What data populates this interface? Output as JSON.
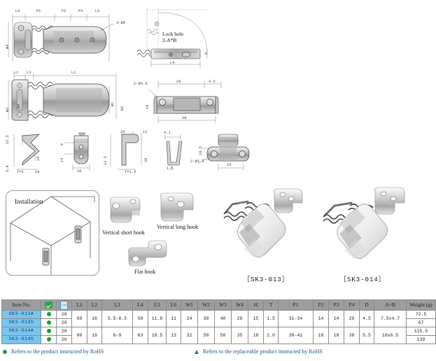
{
  "drawings": {
    "top_view": {
      "dims": [
        "L6",
        "P1",
        "P2",
        "P3",
        "L5",
        "3-ØD",
        "W4"
      ],
      "note": "top-plan-view"
    },
    "lock_detail": {
      "title_line1": "Lock hole",
      "title_line2": "2-A*B",
      "dims": [
        "L4",
        "H"
      ]
    },
    "side_view": {
      "dims": [
        "L2",
        "L3",
        "L1",
        "W2",
        "W4",
        "W1",
        "W3"
      ]
    },
    "bracket_view": {
      "dims": [
        "2-Ø4.8",
        "29",
        "4.5",
        "38",
        "18"
      ]
    },
    "hook_short": {
      "dims": [
        "22.5",
        "3.8",
        "16",
        "T=2",
        "10"
      ]
    },
    "hook_flat": {
      "dims": [
        "8",
        "14",
        "20"
      ]
    },
    "hook_long": {
      "dims": [
        "12.5",
        "20",
        "38",
        "T=1.5"
      ]
    },
    "profile": {
      "dims": [
        "4.1",
        "1.5",
        "12"
      ]
    },
    "round_bracket": {
      "dims": [
        "2-Ø5.3",
        "29",
        "19.5"
      ]
    }
  },
  "band": {
    "installation_title": "Installation",
    "hooks": [
      {
        "label": "Vertical short hook"
      },
      {
        "label": "Vertical long hook"
      },
      {
        "label": "Flat hook"
      }
    ],
    "products": [
      {
        "label": "［SK3-013］"
      },
      {
        "label": "［SK3-014］"
      }
    ]
  },
  "table": {
    "headers": [
      "Item No.",
      "rohs-check-icon",
      "cad-icon",
      "L1",
      "L2",
      "L3",
      "L4",
      "L5",
      "L6",
      "W1",
      "W2",
      "W3",
      "W4",
      "H",
      "T",
      "P1",
      "P2",
      "P3",
      "P4",
      "D",
      "A×B",
      "Weight:(g)"
    ],
    "groups": [
      {
        "items": [
          {
            "name": "SK3-013A",
            "rohs": "dot",
            "cad": "20",
            "weight": "72.5"
          },
          {
            "name": "SK3-013S",
            "rohs": "dot",
            "cad": "20",
            "weight": "67"
          }
        ],
        "L1": "60",
        "L2": "16",
        "L3": "5.5-8.5",
        "L4": "50",
        "L5": "11.8",
        "L6": "11",
        "W1": "24",
        "W2": "38",
        "W3": "40",
        "W4": "28",
        "H": "15",
        "T": "1.5",
        "P1": "31-34",
        "P2": "14",
        "P3": "14",
        "P4": "29",
        "D": "4.5",
        "AB": "7.5x4.7"
      },
      {
        "items": [
          {
            "name": "SK3-014A",
            "rohs": "dot",
            "cad": "20",
            "weight": "115.5"
          },
          {
            "name": "SK3-014S",
            "rohs": "dot",
            "cad": "20",
            "weight": "130"
          }
        ],
        "L1": "80",
        "L2": "19",
        "L3": "6-9",
        "L4": "63",
        "L5": "18.5",
        "L6": "13",
        "W1": "32",
        "W2": "50",
        "W3": "50",
        "W4": "35",
        "H": "18",
        "T": "2.0",
        "P1": "38-41",
        "P2": "18",
        "P3": "18",
        "P4": "38",
        "D": "5.5",
        "AB": "10x6.5"
      }
    ]
  },
  "footnotes": [
    {
      "marker": "dot",
      "text": "Refers to the product instructed by RoHS"
    },
    {
      "marker": "triangle",
      "text": "Refers to the replaceable product instructed by RoHS"
    }
  ],
  "colors": {
    "header_bg": "#9d9d9d",
    "item_bg": "#79c6ec",
    "item_fg": "#143c8c",
    "rohs_green": "#16a12a",
    "foot_blue": "#1b4f86"
  }
}
